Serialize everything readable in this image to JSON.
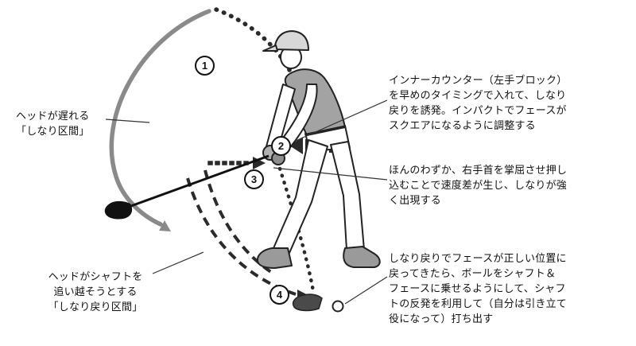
{
  "figure": {
    "type": "golf-swing-instruction-diagram",
    "background": "#ffffff"
  },
  "annotations": {
    "left_top": "ヘッドが遅れる\n「しなり区間」",
    "left_bottom": "ヘッドがシャフトを\n追い越そうとする\n「しなり戻り区間」",
    "right_top": "インナーカウンター（左手ブロック）\nを早めのタイミングで入れて、しなり\n戻りを誘発。インパクトでフェースが\nスクエアになるように調整する",
    "right_middle": "ほんのわずか、右手首を掌屈させ押し\n込むことで速度差が生じ、しなりが強\nく出現する",
    "right_bottom": "しなり戻りでフェースが正しい位置に\n戻ってきたら、ボールをシャフト＆\nフェースに乗せるようにして、シャフ\nトの反発を利用して（自分は引き立て\n役になって）打ち出す"
  },
  "markers": {
    "m1": "1",
    "m2": "2",
    "m3": "3",
    "m4": "4"
  },
  "colors": {
    "arc_solid": "#8a8a8a",
    "arc_dotted": "#2b2b2b",
    "shirt": "#a3a3a3",
    "shoe": "#9a9a9a",
    "ink": "#111111"
  }
}
